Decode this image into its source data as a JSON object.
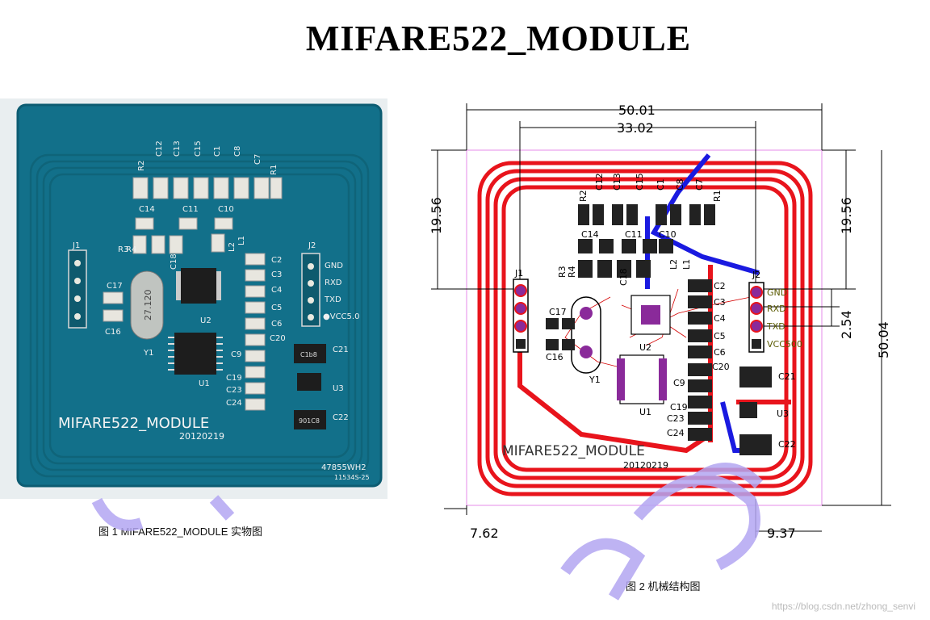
{
  "title": "MIFARE522_MODULE",
  "photo": {
    "silkscreen_name": "MIFARE522_MODULE",
    "date": "20120219",
    "board_code1": "47855WH2",
    "board_code2": "11534S-25",
    "crystal_text": "27.120",
    "caption": "图 1 MIFARE522_MODULE 实物图",
    "header_j1": "J1",
    "header_j2": "J2",
    "pins": [
      "GND",
      "RXD",
      "TXD",
      "VCC5.0"
    ],
    "top_parts": [
      "R2",
      "C12",
      "C13",
      "C15",
      "C1",
      "C8",
      "C7",
      "R1"
    ],
    "mid_parts": [
      "C14",
      "C11",
      "C10"
    ],
    "left_parts": [
      "R3",
      "R4",
      "C18",
      "L2",
      "L1"
    ],
    "right_parts": [
      "C2",
      "C3",
      "C4",
      "C5",
      "C6",
      "C20",
      "C9",
      "C19",
      "C23",
      "C24"
    ],
    "misc_parts": [
      "C17",
      "C16",
      "Y1",
      "U1",
      "U2",
      "U3",
      "C21",
      "C22"
    ],
    "c21_text": "C1b8",
    "c22_text": "901C8"
  },
  "drawing": {
    "dims": {
      "w_total": "50.01",
      "w_inner": "33.02",
      "h_left": "19.56",
      "h_right": "19.56",
      "pitch": "2.54",
      "h_total": "50.04",
      "left_off": "7.62",
      "right_off": "9.37"
    },
    "silkscreen_name": "MIFARE522_MODULE",
    "date": "20120219",
    "pins": [
      "GND",
      "RXD",
      "TXD",
      "VCC500"
    ],
    "labels": [
      "J1",
      "J2",
      "C17",
      "C16",
      "Y1",
      "U1",
      "U2",
      "U3",
      "C21",
      "C22",
      "C2",
      "C3",
      "C4",
      "C5",
      "C6",
      "C20",
      "C9",
      "C19",
      "C23",
      "C24",
      "R2",
      "C12",
      "C13",
      "C15",
      "C1",
      "C8",
      "C7",
      "R1",
      "C14",
      "C11",
      "C10",
      "R3",
      "R4",
      "L2",
      "L1",
      "C18"
    ],
    "caption": "图 2 机械结构图"
  },
  "watermark_text": "https://blog.csdn.net/zhong_senvi",
  "colors": {
    "pcb": "#12708a",
    "trace_red": "#e8141c",
    "trace_blue": "#1a1ae0",
    "pad_dark": "#222",
    "purple": "#8a2a9a"
  }
}
